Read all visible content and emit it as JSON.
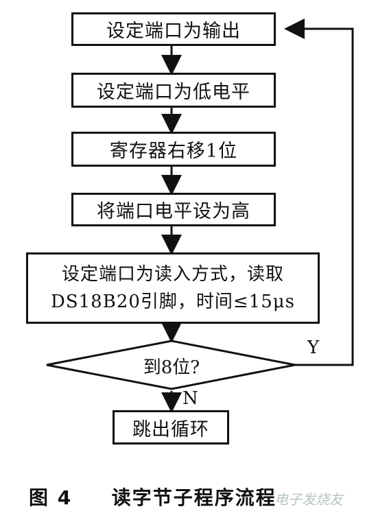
{
  "flowchart": {
    "steps": [
      "设定端口为输出",
      "设定端口为低电平",
      "寄存器右移1位",
      "将端口电平设为高"
    ],
    "read_step": {
      "line1": "设定端口为读入方式，读取",
      "line2": "DS18B20引脚，时间≤15μs"
    },
    "decision": "到8位?",
    "yes_label": "Y",
    "no_label": "N",
    "end_step": "跳出循环"
  },
  "caption": {
    "figure": "图 4",
    "title": "读字节子程序流程"
  },
  "watermark": "电子发烧友"
}
